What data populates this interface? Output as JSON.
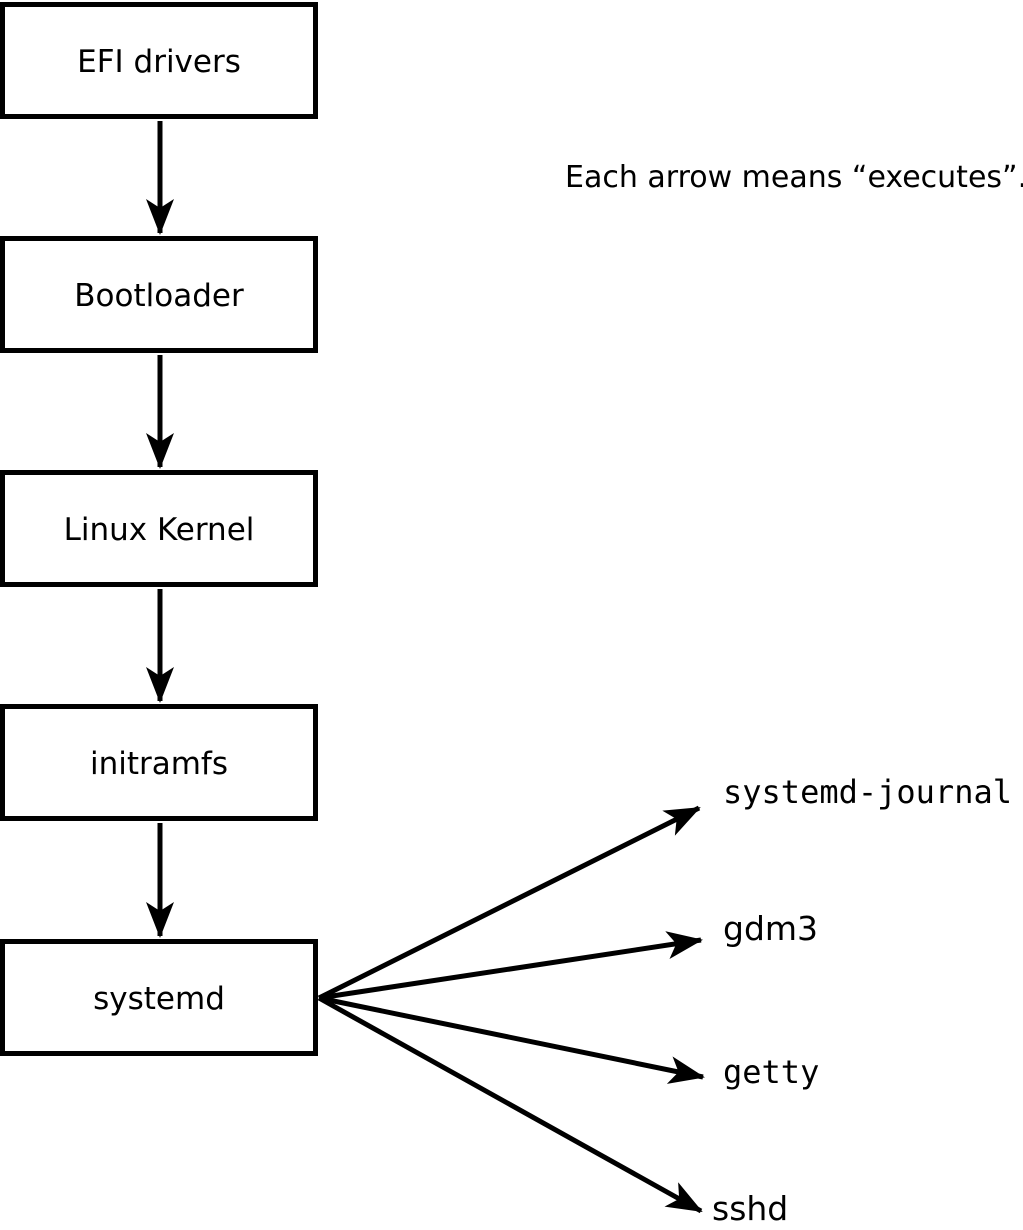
{
  "note": {
    "text": "Each arrow means “executes”."
  },
  "chain": [
    {
      "id": "efi-drivers",
      "label": "EFI drivers"
    },
    {
      "id": "bootloader",
      "label": "Bootloader"
    },
    {
      "id": "linux-kernel",
      "label": "Linux Kernel"
    },
    {
      "id": "initramfs",
      "label": "initramfs"
    },
    {
      "id": "systemd",
      "label": "systemd"
    }
  ],
  "chain_relation": "executes",
  "spawned": [
    {
      "id": "systemd-journal",
      "label": "systemd-journal"
    },
    {
      "id": "gdm3",
      "label": "gdm3"
    },
    {
      "id": "getty",
      "label": "getty"
    },
    {
      "id": "sshd",
      "label": "sshd"
    }
  ],
  "colors": {
    "ink": "#000000",
    "paper": "#ffffff",
    "box_fill": "#ffffff",
    "box_border": "#000000"
  }
}
